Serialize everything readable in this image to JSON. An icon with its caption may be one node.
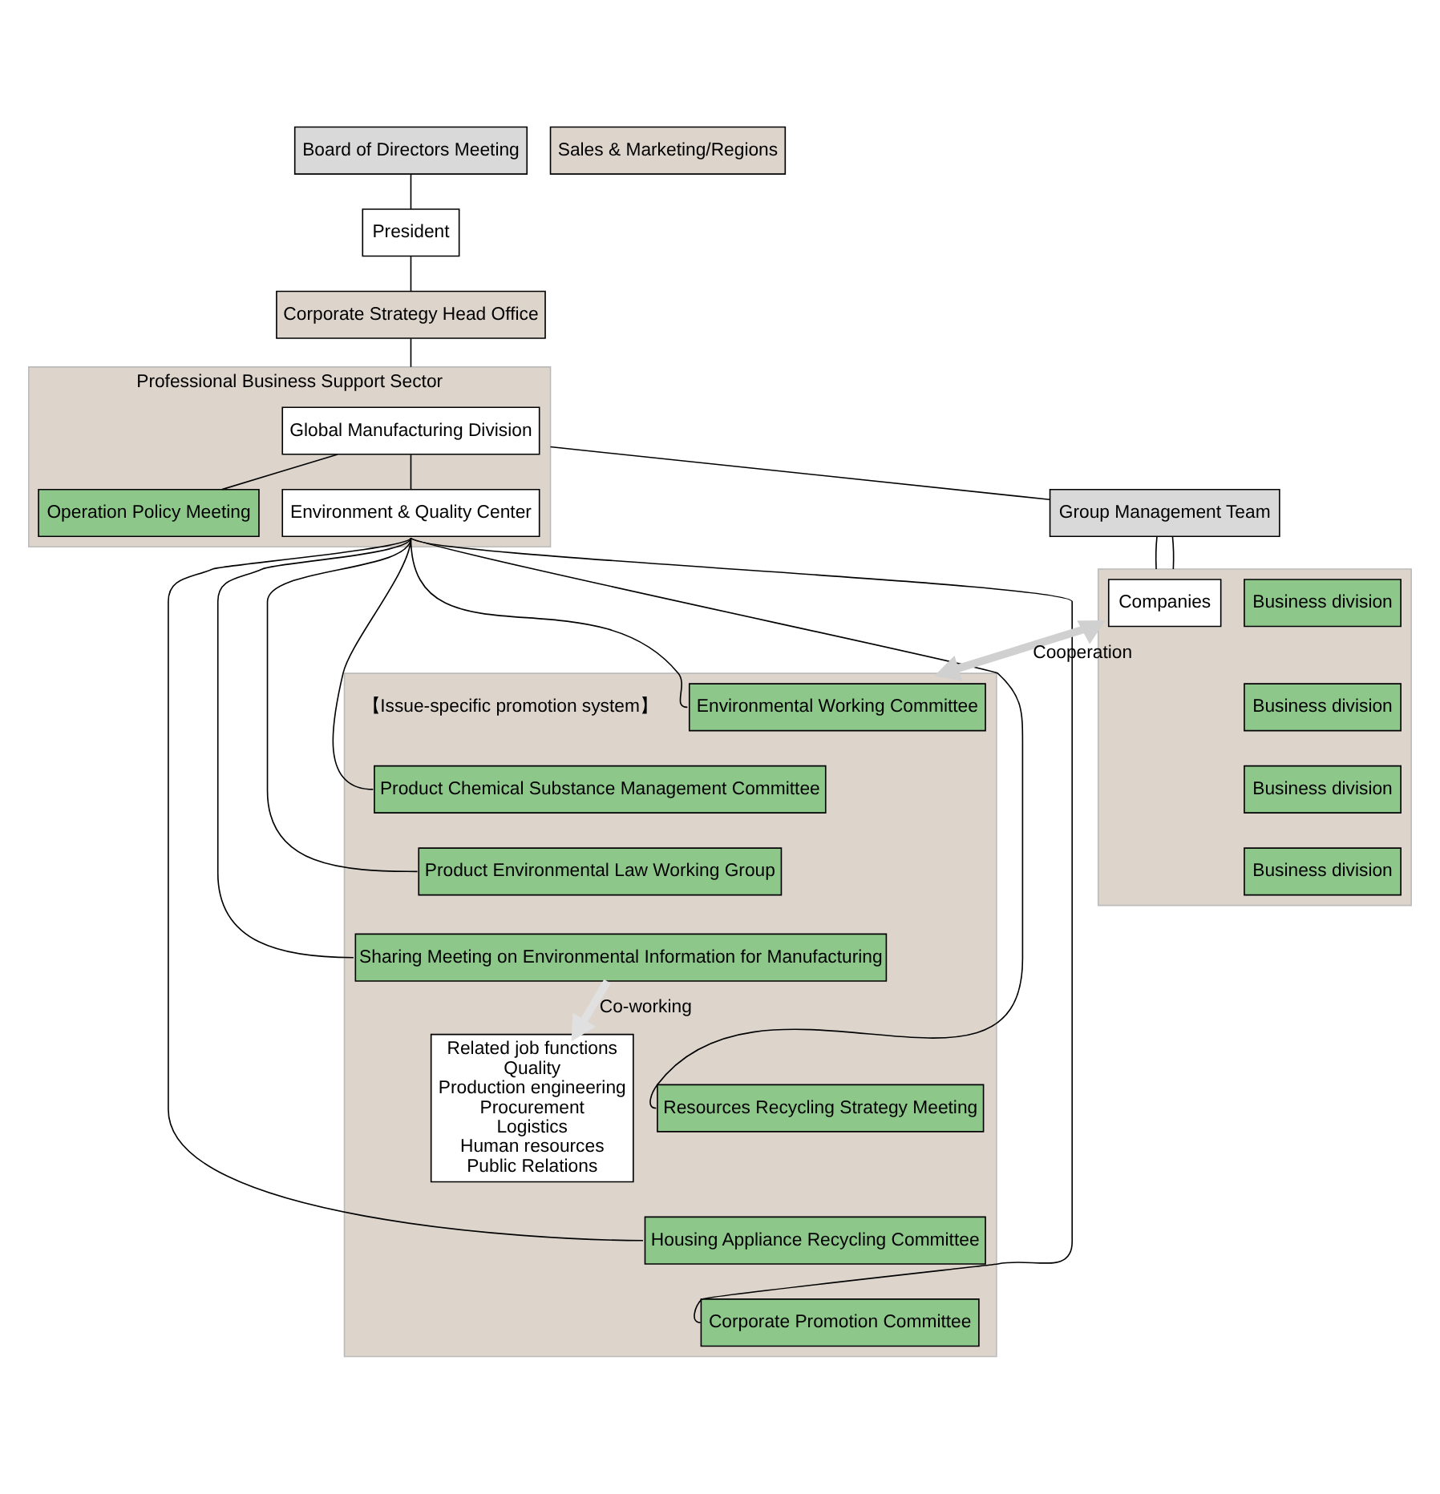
{
  "diagram": {
    "nodes": [
      {
        "text": [
          "Board of Directors Meeting"
        ]
      },
      {
        "text": [
          "President"
        ]
      },
      {
        "text": [
          "Corporate Strategy Head Office"
        ]
      },
      {
        "text": [
          "Group Management Team"
        ]
      },
      {
        "text": [
          "Professional Business Support Sector"
        ]
      },
      {
        "text": [
          "Global Manufacturing Division"
        ],
        "in": 4
      },
      {
        "text": [
          "Operation Policy Meeting"
        ],
        "in": 4
      },
      {
        "text": [
          "Environment & Quality Center"
        ],
        "in": 4
      },
      {
        "text": [],
        "shape": "box"
      },
      {
        "text": [
          "Companies"
        ],
        "in": 8
      },
      {
        "text": [
          "Business division"
        ],
        "in": 8
      },
      {
        "text": [
          "Business division"
        ],
        "in": 8
      },
      {
        "text": [
          "Business division"
        ],
        "in": 8
      },
      {
        "text": [
          "Business division"
        ],
        "in": 8
      },
      {
        "text": [
          "Sales & Marketing/Regions"
        ]
      },
      {
        "text": [],
        "shape": "box"
      },
      {
        "text": [
          "Environmental Working Committee"
        ],
        "in": 15
      },
      {
        "text": [
          "Product Chemical Substance Management Committee"
        ],
        "in": 15
      },
      {
        "text": [
          "Product Environmental Law Working Group"
        ],
        "in": 15
      },
      {
        "text": [
          "Sharing Meeting on Environmental Information for Manufacturing"
        ],
        "in": 15
      },
      {
        "text": [
          "Resources Recycling Strategy Meeting"
        ],
        "in": 15
      },
      {
        "text": [
          "Housing Appliance Recycling Committee"
        ],
        "in": 15
      },
      {
        "text": [
          "Corporate Promotion Committee"
        ],
        "in": 15
      },
      {
        "text": [
          "Related job functions",
          "Quality",
          "Production engineering",
          "Procurement",
          "Logistics",
          "Human resources",
          "Public Relations"
        ],
        "in": 15
      }
    ],
    "edges": [
      {
        "from": 0,
        "to": 1,
        "arrow": "none"
      },
      {
        "from": 1,
        "to": 2,
        "arrow": "none"
      },
      {
        "from": 2,
        "to": 4,
        "arrow": "none"
      },
      {
        "from": 3,
        "to": 8,
        "arrow": "none"
      },
      {
        "from": 4,
        "to": 3,
        "arrow": "none"
      },
      {
        "from": 3,
        "to": 8,
        "arrow": "none"
      },
      {
        "from": 5,
        "to": 6,
        "arrow": "none"
      },
      {
        "from": 5,
        "to": 7,
        "arrow": "none"
      },
      {
        "from": 7,
        "to": 16,
        "arrow": "none"
      },
      {
        "from": 7,
        "to": 17,
        "arrow": "none"
      },
      {
        "from": 7,
        "to": 18,
        "arrow": "none"
      },
      {
        "from": 7,
        "to": 19,
        "arrow": "none"
      },
      {
        "from": 7,
        "to": 20,
        "arrow": "none"
      },
      {
        "from": 7,
        "to": 21,
        "arrow": "none"
      },
      {
        "from": 7,
        "to": 22,
        "arrow": "none"
      },
      {
        "from": 8,
        "to": 15,
        "arrow": "both",
        "label": "Cooperation",
        "style": "thick",
        "color": "#d0d0d0"
      },
      {
        "from": 19,
        "to": 23,
        "arrow": "to",
        "label": "Co-working",
        "style": "thick",
        "color": "#e0e0e0"
      }
    ],
    "labels": [
      "【Issue-specific promotion system】"
    ]
  }
}
